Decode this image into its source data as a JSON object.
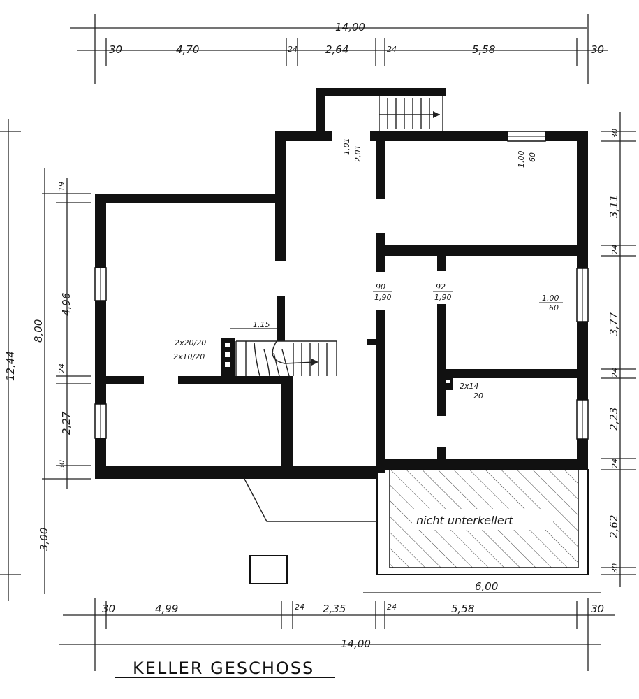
{
  "title": "KELLER GESCHOSS",
  "colors": {
    "wall": "#111111",
    "paper": "#ffffff",
    "ink": "#222222"
  },
  "dimensions": {
    "top_total": "14,00",
    "top_segments": [
      "30",
      "4,70",
      "24",
      "2,64",
      "24",
      "5,58",
      "30"
    ],
    "bottom_total": "14,00",
    "bottom_segments": [
      "30",
      "4,99",
      "24",
      "2,35",
      "24",
      "5,58",
      "30"
    ],
    "bottom_extra": "6,00",
    "left_total": "12,44",
    "left_inner": "8,00",
    "left_segments": [
      "19",
      "4,96",
      "24",
      "2,27",
      "30",
      "3,00"
    ],
    "right_segments": [
      "30",
      "3,11",
      "24",
      "3,77",
      "24",
      "2,23",
      "24",
      "2,62",
      "30"
    ]
  },
  "annotations": {
    "door_top": [
      "1,01",
      "2,01"
    ],
    "window_top_right": [
      "1,00",
      "60"
    ],
    "window_right_mid": [
      "1,00",
      "60"
    ],
    "door_left_corridor": [
      "90",
      "1,90"
    ],
    "door_right_corridor": [
      "92",
      "1,90"
    ],
    "stair_width": "1,15",
    "stair_spec_1": "2x20/20",
    "stair_spec_2": "2x10/20",
    "chimney_spec_1": "2x14",
    "chimney_spec_2": "20",
    "not_basement": "nicht unterkellert"
  }
}
